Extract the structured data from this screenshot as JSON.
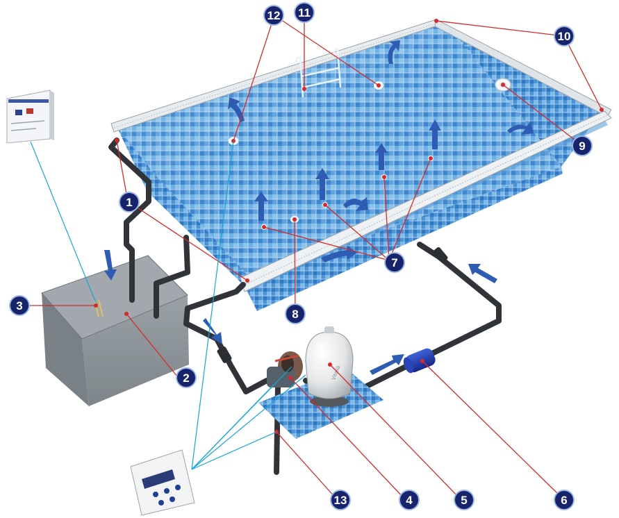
{
  "colors": {
    "tile_light": "#8fc3ea",
    "tile_dark": "#2f79c4",
    "pipe": "#303338",
    "arrow": "#2e5cb3",
    "callout_fill": "#17246b",
    "callout_stroke": "#9db7e6",
    "leader_red": "#d42a2a",
    "leader_cyan": "#14a5d9",
    "tank": "#8f969b"
  },
  "icons": {
    "control_panel": "control-panel-icon",
    "controller": "electronic-controller-icon",
    "pump": "pump-icon",
    "filter": "sand-filter-icon",
    "uv_unit": "uv-lamp-icon",
    "level_sensor": "level-sensor-icon"
  },
  "callouts": [
    {
      "id": "1",
      "label": "1"
    },
    {
      "id": "2",
      "label": "2"
    },
    {
      "id": "3",
      "label": "3"
    },
    {
      "id": "4",
      "label": "4"
    },
    {
      "id": "5",
      "label": "5"
    },
    {
      "id": "6",
      "label": "6"
    },
    {
      "id": "7",
      "label": "7"
    },
    {
      "id": "8",
      "label": "8"
    },
    {
      "id": "9",
      "label": "9"
    },
    {
      "id": "10",
      "label": "10"
    },
    {
      "id": "11",
      "label": "11"
    },
    {
      "id": "12",
      "label": "12"
    },
    {
      "id": "13",
      "label": "13"
    }
  ]
}
